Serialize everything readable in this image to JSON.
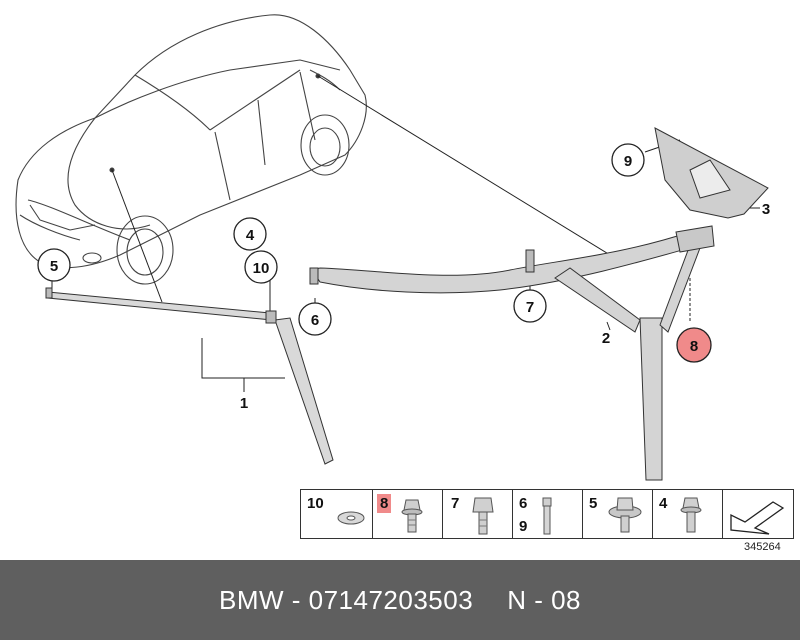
{
  "callouts": {
    "c1": "1",
    "c2": "2",
    "c3": "3",
    "c4": "4",
    "c5": "5",
    "c6": "6",
    "c7": "7",
    "c8": "8",
    "c9": "9",
    "c10": "10"
  },
  "highlight_color": "#f08a8a",
  "parts_strip": {
    "cells": [
      {
        "label": "10",
        "icon": "washer-icon"
      },
      {
        "label": "8",
        "icon": "flange-bolt-icon",
        "highlighted": true
      },
      {
        "label": "7",
        "icon": "hex-bolt-icon"
      },
      {
        "label_top": "6",
        "label_bottom": "9",
        "icon": "pin-bolt-icon"
      },
      {
        "label": "5",
        "icon": "collar-bolt-icon"
      },
      {
        "label": "4",
        "icon": "small-bolt-icon"
      },
      {
        "icon": "reference-arrow-icon"
      }
    ]
  },
  "drawing_number": "345264",
  "footer": {
    "brand_part": "BMW - 07147203503",
    "ref": "N - 08"
  }
}
